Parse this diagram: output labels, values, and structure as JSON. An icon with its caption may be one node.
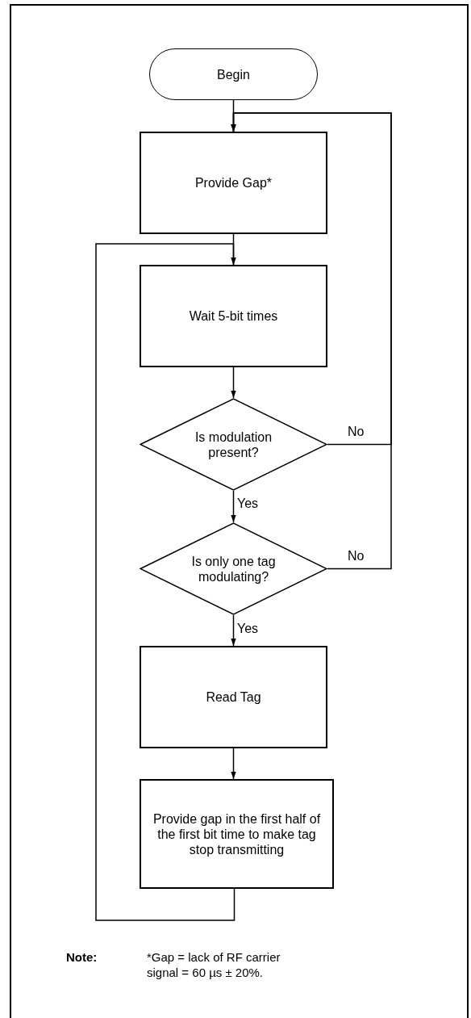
{
  "diagram": {
    "nodes": [
      {
        "text": [
          "Begin"
        ]
      },
      {
        "text": [
          "Provide Gap*"
        ]
      },
      {
        "text": [
          "Wait 5-bit times"
        ]
      },
      {
        "text": [
          "Is modulation present?"
        ]
      },
      {
        "text": [
          "Is only one tag modulating?"
        ]
      },
      {
        "text": [
          "Read Tag"
        ]
      },
      {
        "text": [
          "Provide gap in the first half of the first bit time to make tag stop transmitting"
        ]
      }
    ],
    "edges": [
      {
        "from": 0,
        "to": 1,
        "arrow": "to"
      },
      {
        "from": 1,
        "to": 2,
        "arrow": "to"
      },
      {
        "from": 2,
        "to": 3,
        "arrow": "to"
      },
      {
        "from": 3,
        "to": 4,
        "arrow": "to",
        "label": "Yes"
      },
      {
        "from": 4,
        "to": 5,
        "arrow": "to",
        "label": "Yes"
      },
      {
        "from": 5,
        "to": 6,
        "arrow": "to"
      },
      {
        "from": 3,
        "to": 1,
        "arrow": "to",
        "label": "No"
      },
      {
        "from": 4,
        "to": 1,
        "arrow": "to",
        "label": "No"
      },
      {
        "from": 6,
        "to": 2,
        "arrow": "to"
      }
    ],
    "labels": [
      "Note:",
      "*Gap = lack of RF carrier signal = 60 µs ± 20%."
    ]
  }
}
